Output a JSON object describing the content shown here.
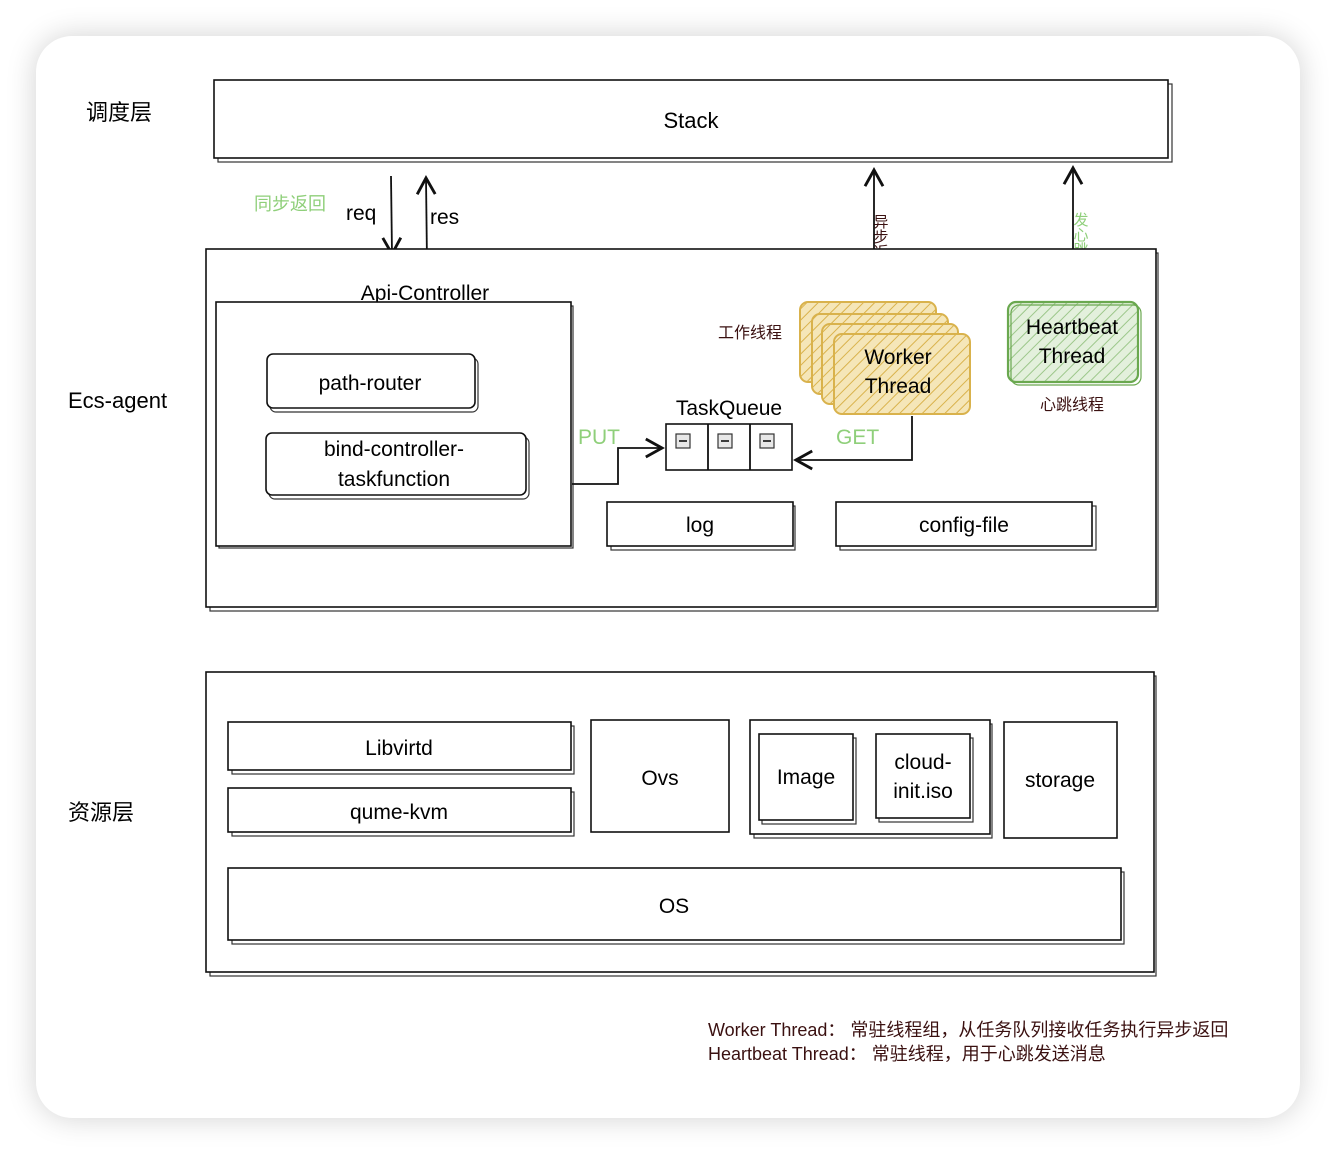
{
  "layers": {
    "schedule": "调度层",
    "agent": "Ecs-agent",
    "resource": "资源层"
  },
  "stack": {
    "label": "Stack"
  },
  "arrows": {
    "sync_return": "同步返回",
    "req": "req",
    "res": "res",
    "async_return": "异步返回",
    "send_heartbeat": "发心跳",
    "put": "PUT",
    "get": "GET"
  },
  "agent": {
    "api_controller": "Api-Controller",
    "path_router": "path-router",
    "bind_controller_line1": "bind-controller-",
    "bind_controller_line2": "taskfunction",
    "task_queue": "TaskQueue",
    "queue_slot_icon": "minus-square-icon",
    "worker_caption": "工作线程",
    "worker_line1": "Worker",
    "worker_line2": "Thread",
    "heartbeat_line1": "Heartbeat",
    "heartbeat_line2": "Thread",
    "heartbeat_caption": "心跳线程",
    "log": "log",
    "config_file": "config-file"
  },
  "resource": {
    "libvirtd": "Libvirtd",
    "qume_kvm": "qume-kvm",
    "ovs": "Ovs",
    "image": "Image",
    "cloud_init_line1": "cloud-",
    "cloud_init_line2": "init.iso",
    "storage": "storage",
    "os": "OS"
  },
  "legend": {
    "worker": "Worker Thread：  常驻线程组，从任务队列接收任务执行异步返回",
    "heartbeat": "Heartbeat Thread：  常驻线程，用于心跳发送消息"
  },
  "colors": {
    "green": "#8fcf7a",
    "worker_fill": "#e7c56a",
    "heartbeat_stroke": "#6aa84f",
    "dark_text": "#3a1010"
  }
}
